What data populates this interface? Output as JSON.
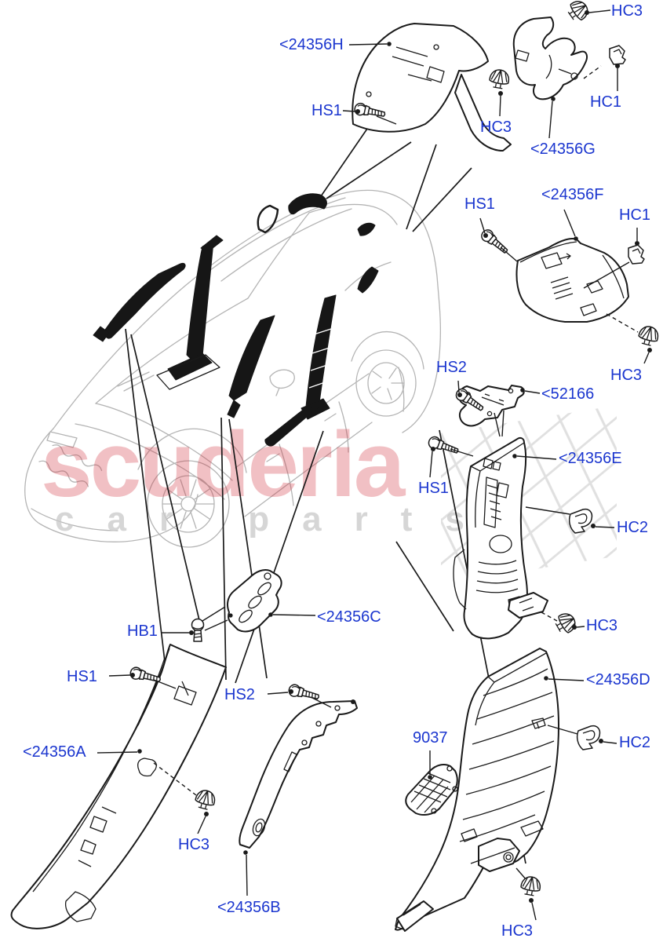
{
  "diagram": {
    "watermark": {
      "brand": "scuderia",
      "subtext": "car parts",
      "brand_color": "#d2333e",
      "subtext_color": "#c9c9c9"
    },
    "colors": {
      "label_blue": "#1b36cf",
      "line_black": "#1a1a1a",
      "car_gray": "#b4b4b4",
      "checker_gray": "#dddddd"
    },
    "labels": [
      {
        "id": "hc3-1",
        "text": "HC3"
      },
      {
        "id": "part-24356h",
        "text": "<24356H"
      },
      {
        "id": "hs1-1",
        "text": "HS1"
      },
      {
        "id": "hc3-2",
        "text": "HC3"
      },
      {
        "id": "hc1-1",
        "text": "HC1"
      },
      {
        "id": "part-24356g",
        "text": "<24356G"
      },
      {
        "id": "part-24356f",
        "text": "<24356F"
      },
      {
        "id": "hs1-2",
        "text": "HS1"
      },
      {
        "id": "hc1-2",
        "text": "HC1"
      },
      {
        "id": "hc3-3",
        "text": "HC3"
      },
      {
        "id": "hs2-1",
        "text": "HS2"
      },
      {
        "id": "part-52166",
        "text": "<52166"
      },
      {
        "id": "part-24356e",
        "text": "<24356E"
      },
      {
        "id": "hs1-3",
        "text": "HS1"
      },
      {
        "id": "hc2-1",
        "text": "HC2"
      },
      {
        "id": "hc3-4",
        "text": "HC3"
      },
      {
        "id": "part-24356c",
        "text": "<24356C"
      },
      {
        "id": "hb1",
        "text": "HB1"
      },
      {
        "id": "hs1-4",
        "text": "HS1"
      },
      {
        "id": "hs2-2",
        "text": "HS2"
      },
      {
        "id": "part-24356a",
        "text": "<24356A"
      },
      {
        "id": "hc3-5",
        "text": "HC3"
      },
      {
        "id": "part-24356b",
        "text": "<24356B"
      },
      {
        "id": "part-9037",
        "text": "9037"
      },
      {
        "id": "part-24356d",
        "text": "<24356D"
      },
      {
        "id": "hc2-2",
        "text": "HC2"
      },
      {
        "id": "hc3-6",
        "text": "HC3"
      }
    ]
  }
}
